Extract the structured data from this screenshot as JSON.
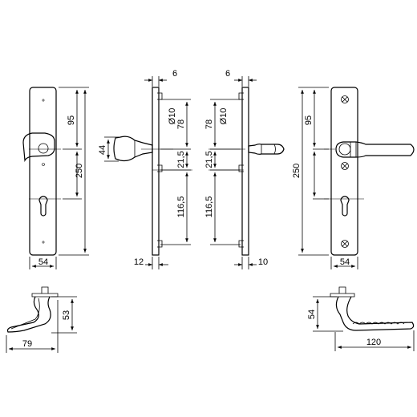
{
  "dimensions": {
    "front_left_95": "95",
    "front_left_250": "250",
    "front_left_54": "54",
    "side_left_6": "6",
    "side_left_d10": "Ø10",
    "side_left_78": "78",
    "side_left_44": "44",
    "side_left_21_5": "21,5",
    "side_left_116_5": "116,5",
    "side_left_12": "12",
    "side_right_6": "6",
    "side_right_d10": "Ø10",
    "side_right_78": "78",
    "side_right_21_5": "21,5",
    "side_right_116_5": "116,5",
    "side_right_10": "10",
    "front_right_95": "95",
    "front_right_250": "250",
    "front_right_54": "54",
    "top_left_53": "53",
    "top_left_79": "79",
    "top_right_54": "54",
    "top_right_120": "120"
  }
}
